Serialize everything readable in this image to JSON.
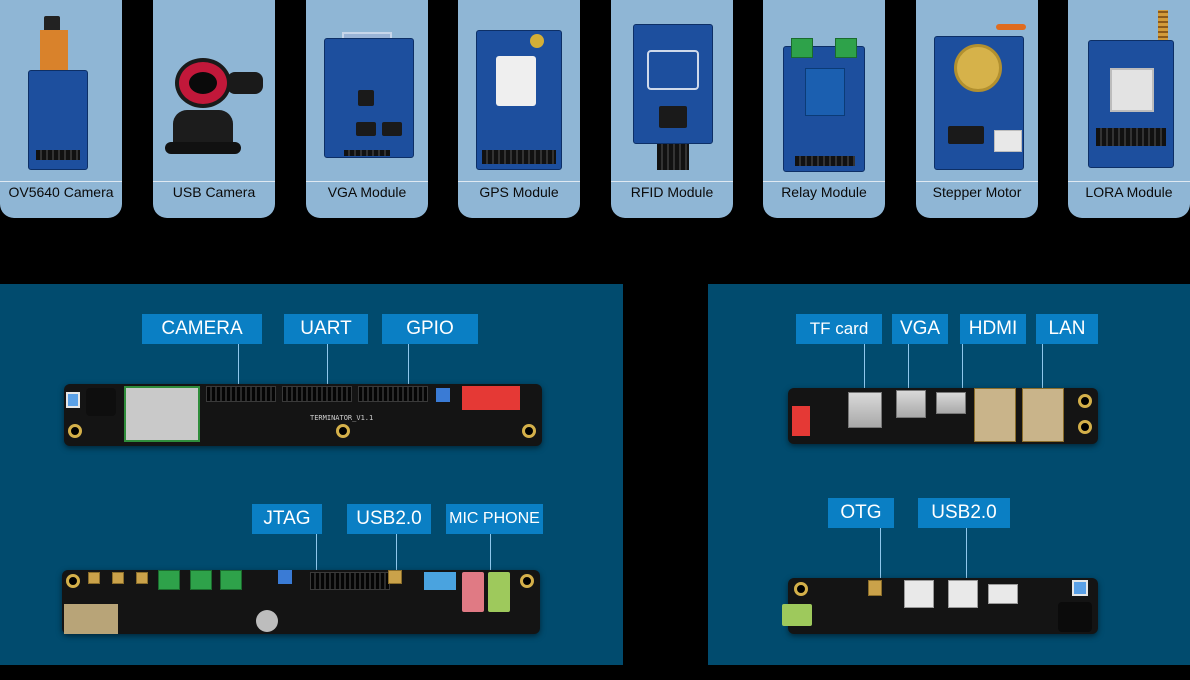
{
  "modules": [
    {
      "label": "OV5640 Camera",
      "icon": "camera-module-icon"
    },
    {
      "label": "USB Camera",
      "icon": "webcam-icon"
    },
    {
      "label": "VGA Module",
      "icon": "vga-board-icon"
    },
    {
      "label": "GPS Module",
      "icon": "gps-board-icon"
    },
    {
      "label": "RFID Module",
      "icon": "rfid-board-icon"
    },
    {
      "label": "Relay Module",
      "icon": "relay-board-icon"
    },
    {
      "label": "Stepper Motor",
      "icon": "stepper-motor-icon"
    },
    {
      "label": "LORA Module",
      "icon": "lora-board-icon"
    }
  ],
  "left_panel": {
    "top_labels": [
      "CAMERA",
      "UART",
      "GPIO"
    ],
    "bottom_labels": [
      "JTAG",
      "USB2.0",
      "MIC PHONE"
    ],
    "board_silk": "TERMINATOR_V1.1"
  },
  "right_panel": {
    "top_labels": [
      "TF card",
      "VGA",
      "HDMI",
      "LAN"
    ],
    "bottom_labels": [
      "OTG",
      "USB2.0"
    ]
  },
  "colors": {
    "card_bg": "#8fb6d5",
    "panel_bg": "#014b6e",
    "label_bg": "#0a7fc4",
    "callout_line": "#8fc7ec"
  }
}
